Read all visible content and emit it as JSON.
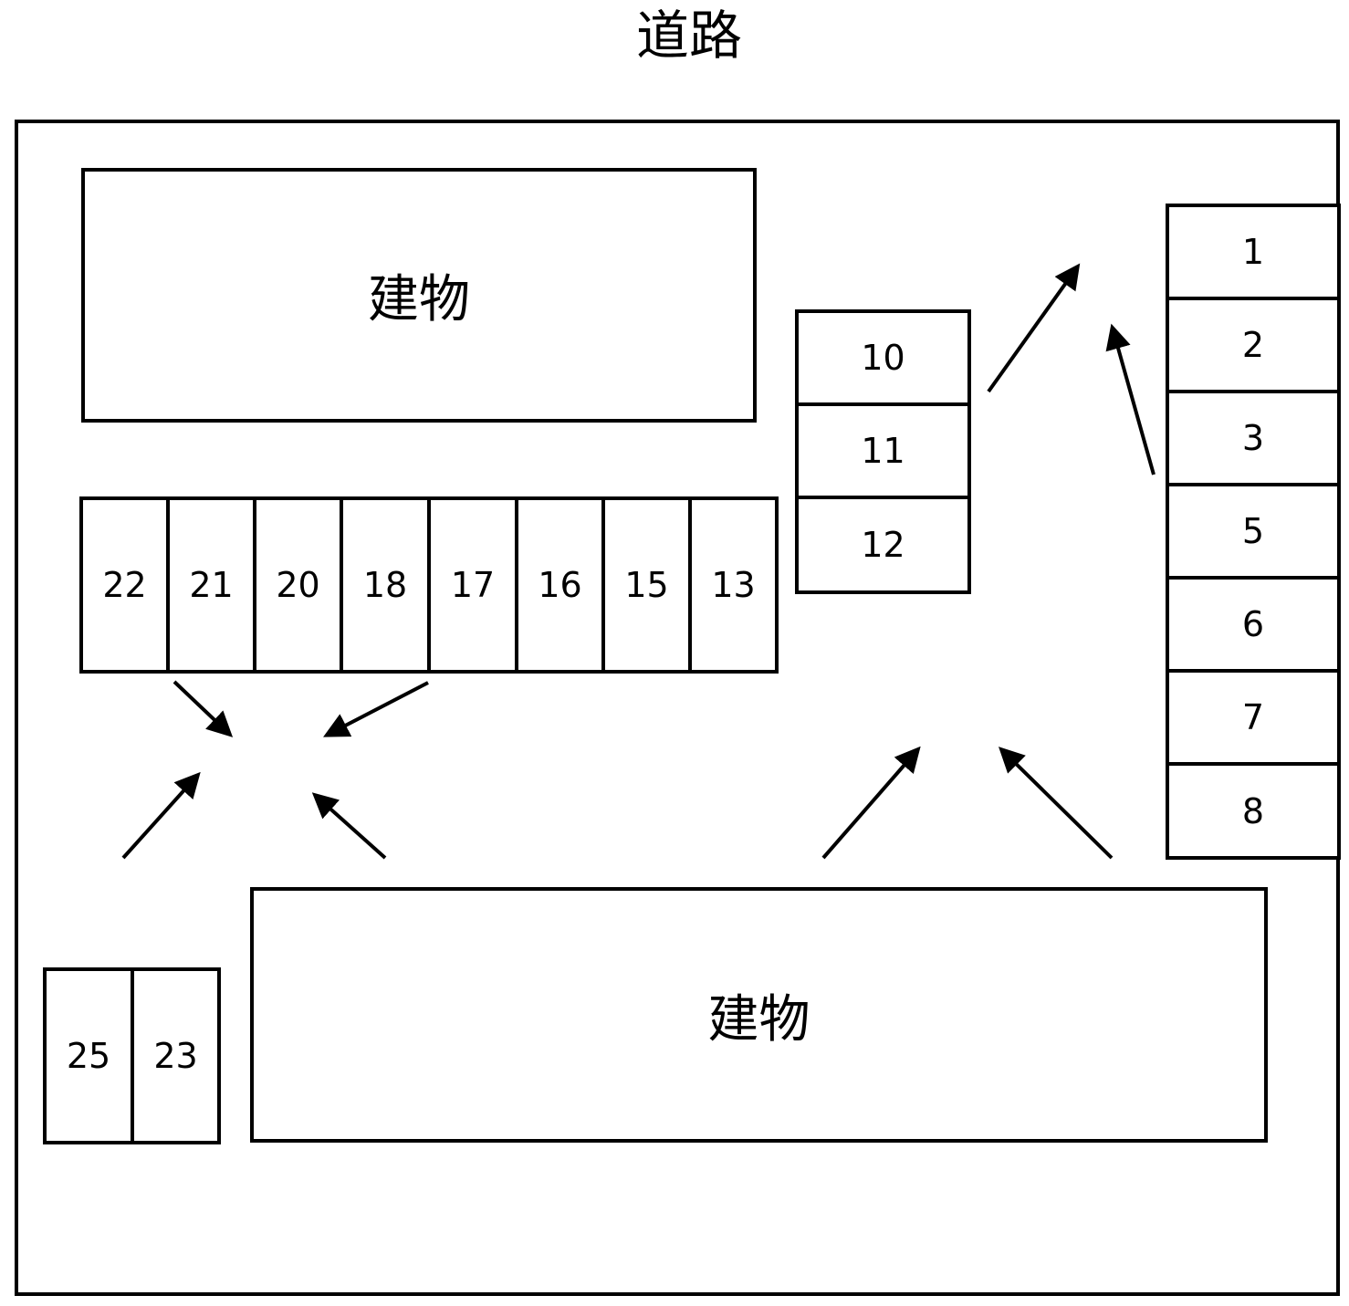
{
  "road_label": "道路",
  "buildings": [
    {
      "label": "建物"
    },
    {
      "label": "建物"
    }
  ],
  "spaces": {
    "right_column": [
      "1",
      "2",
      "3",
      "5",
      "6",
      "7",
      "8"
    ],
    "middle_column": [
      "10",
      "11",
      "12"
    ],
    "middle_row": [
      "22",
      "21",
      "20",
      "18",
      "17",
      "16",
      "15",
      "13"
    ],
    "bottom_left": [
      "25",
      "23"
    ]
  },
  "colors": {
    "line": "#000000",
    "background": "#ffffff"
  },
  "icons": {
    "flow_arrows": "arrow-icon"
  }
}
